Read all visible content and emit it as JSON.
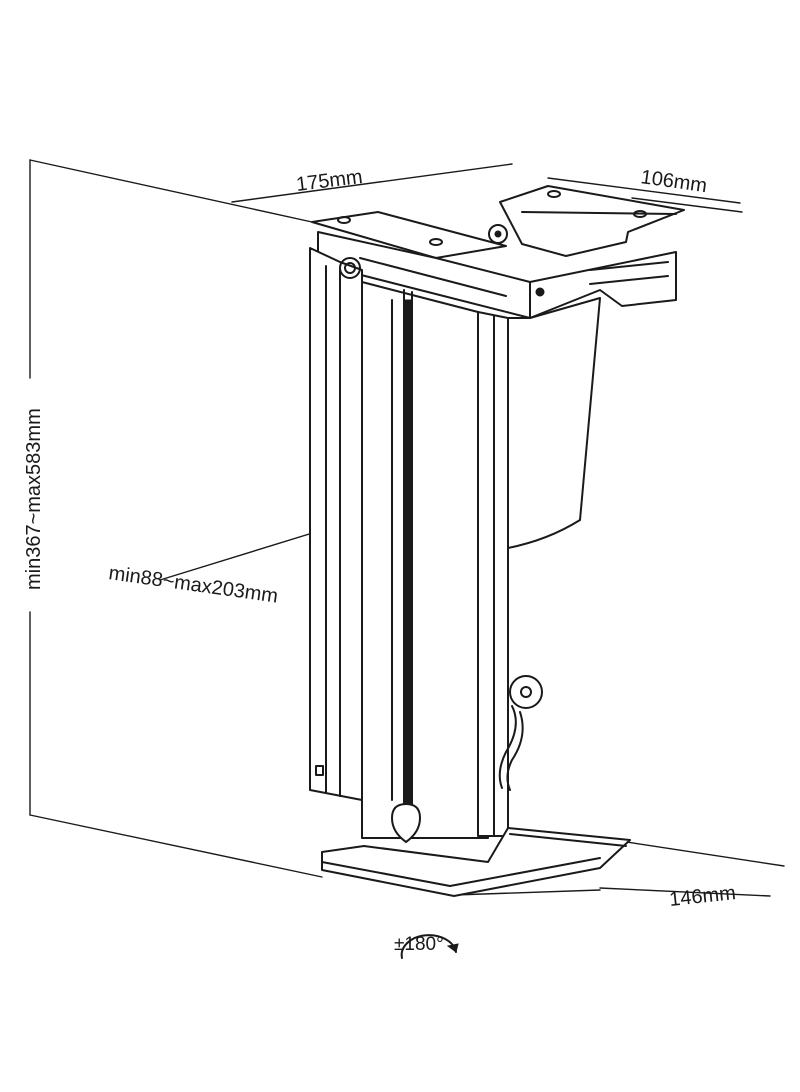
{
  "dimensions": {
    "top_width": "175mm",
    "top_depth": "106mm",
    "height_range": "min367~max583mm",
    "width_range": "min88~max203mm",
    "base_depth": "146mm",
    "rotation": "±180°"
  }
}
